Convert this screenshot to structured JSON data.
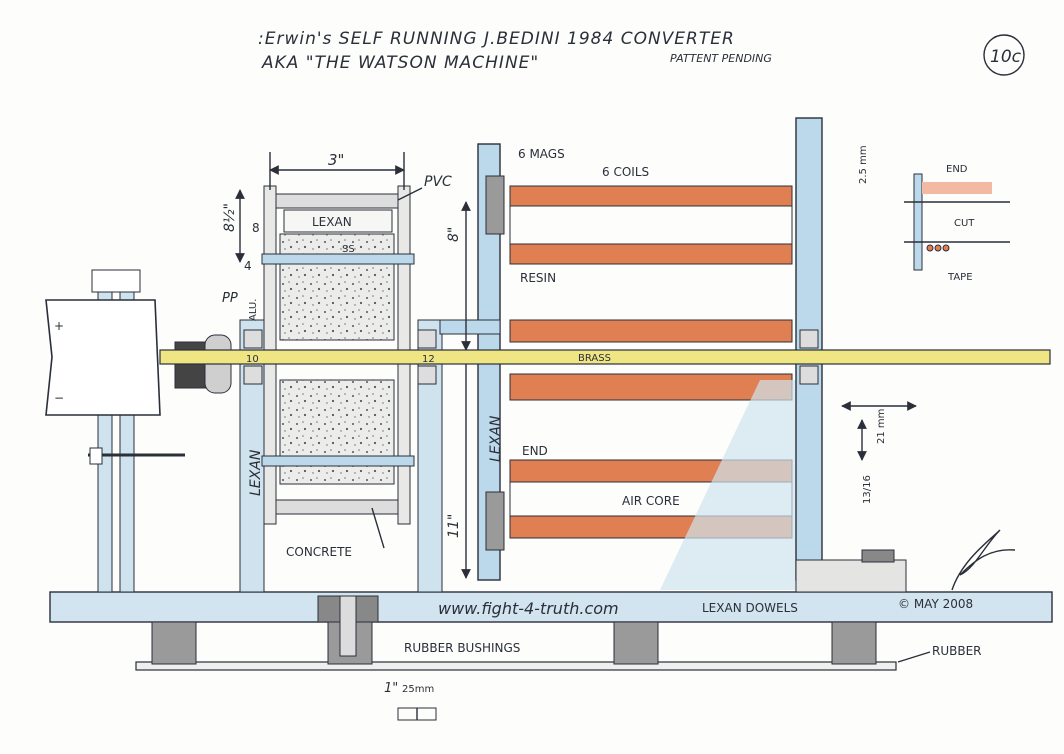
{
  "title": {
    "line1": ":Erwin's SELF RUNNING J.BEDINI 1984 CONVERTER",
    "line2": "AKA \"THE WATSON MACHINE\"",
    "patent": "PATTENT PENDING",
    "page_badge": "10c"
  },
  "labels": {
    "dim_3in": "3\"",
    "pvc": "PVC",
    "lexan_top": "LEXAN",
    "dim_8half": "8½\"",
    "num_8": "8",
    "num_4": "4",
    "ss": "SS",
    "alu": "ALU.",
    "pp": "PP",
    "plus": "+",
    "minus": "−",
    "num_10": "10",
    "num_12": "12",
    "mags": "6 MAGS",
    "coils": "6 COILS",
    "dim_8in": "8\"",
    "resin": "RESIN",
    "brass": "BRASS",
    "lexan_mid": "LEXAN",
    "lexan_left": "LEXAN",
    "end_coil": "END",
    "air_core": "AIR CORE",
    "dim_11in": "11\"",
    "concrete": "CONCRETE",
    "dim_25mm_a": "2.5 mm",
    "dim_21mm": "21 mm",
    "dim_13_16": "13/16",
    "end_detail": "END",
    "cut": "CUT",
    "tape": "TAPE",
    "website": "www.fight-4-truth.com",
    "lexan_dowels": "LEXAN DOWELS",
    "copyright": "© MAY 2008",
    "rubber_bushings": "RUBBER BUSHINGS",
    "rubber": "RUBBER",
    "dim_1in": "1\"",
    "dim_25mm_b": "25mm"
  },
  "colors": {
    "ink": "#2a2f3a",
    "lexan_blue": "#bcd9ec",
    "coil_orange": "#e07f52",
    "brass_yellow": "#efe583",
    "concrete_gray": "#e4e4e2",
    "paper": "#fdfdfb"
  }
}
